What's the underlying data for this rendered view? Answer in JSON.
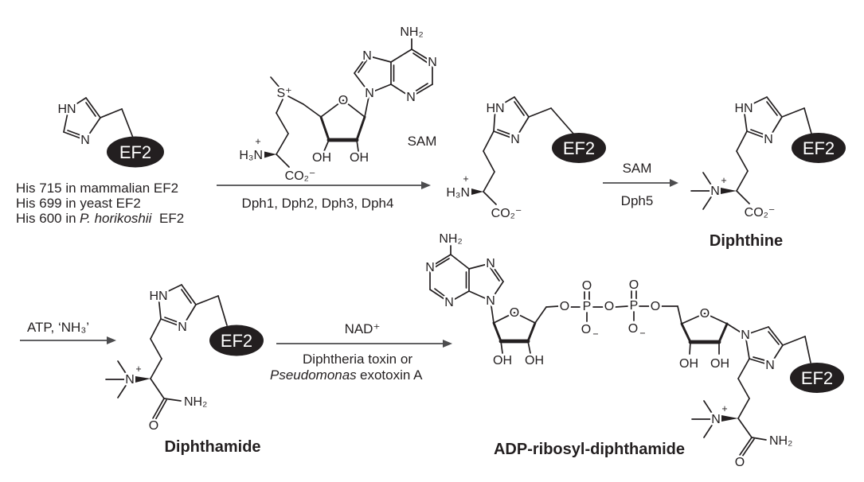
{
  "colors": {
    "background": "#ffffff",
    "bond": "#231f20",
    "arrow": "#4c4c4e",
    "ef2_fill": "#231f20",
    "ef2_text": "#ffffff"
  },
  "atoms": {
    "hn": "HN",
    "n": "N",
    "o": "O",
    "oh": "OH",
    "p": "P",
    "s_plus": "S⁺",
    "nh2": "NH₂",
    "h3n": "H₃N",
    "co2": "CO₂⁻",
    "plus": "+",
    "minus": "−"
  },
  "ef2": {
    "label": "EF2"
  },
  "his_annotation": {
    "line1": "His 715 in mammalian EF2",
    "line2": "His 699 in yeast EF2",
    "line3_prefix": "His 600 in",
    "line3_species": "P. horikoshii",
    "line3_suffix": "EF2"
  },
  "sam": {
    "label": "SAM"
  },
  "arrows": {
    "step1": {
      "below": "Dph1, Dph2, Dph3, Dph4"
    },
    "step2": {
      "above": "SAM",
      "below": "Dph5"
    },
    "step3": {
      "above": "ATP, ‘NH₃’"
    },
    "step4": {
      "above": "NAD⁺",
      "below_line1": "Diphtheria toxin or",
      "below_line2_italic": "Pseudomonas",
      "below_line2_rest": "exotoxin A"
    }
  },
  "products": {
    "diphthine": "Diphthine",
    "diphthamide": "Diphthamide",
    "adp_ribosyl_diphthamide": "ADP-ribosyl-diphthamide"
  }
}
